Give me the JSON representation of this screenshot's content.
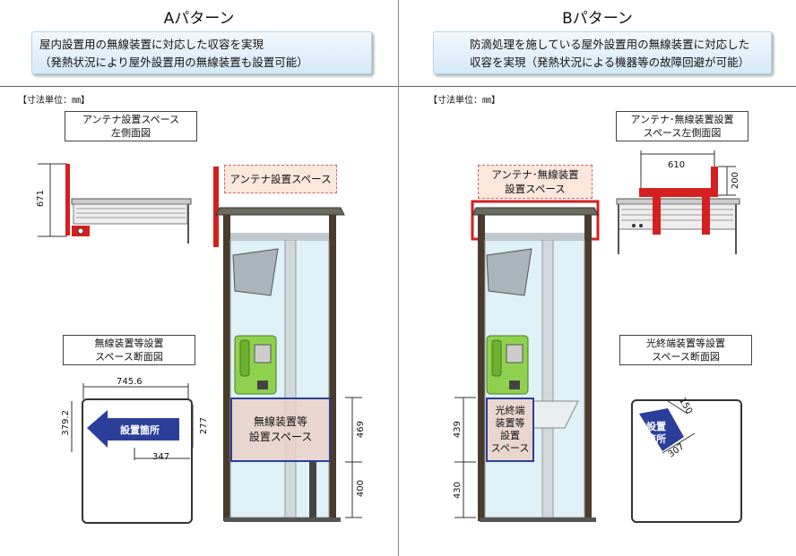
{
  "panel_a": {
    "title": "Aパターン",
    "description_line1": "屋内設置用の無線装置に対応した収容を実現",
    "description_line2": "（発熱状況により屋外設置用の無線装置も設置可能）",
    "unit_label": "【寸法単位：㎜】",
    "antenna_view_label_line1": "アンテナ設置スペース",
    "antenna_view_label_line2": "左側面図",
    "antenna_space_label": "アンテナ設置スペース",
    "radio_section_label_line1": "無線装置等設置",
    "radio_section_label_line2": "スペース断面図",
    "install_location_label": "設置箇所",
    "radio_space_label_line1": "無線装置等",
    "radio_space_label_line2": "設置スペース",
    "dim_antenna_height": "671",
    "dim_width": "745.6",
    "dim_depth": "379.2",
    "dim_277": "277",
    "dim_347": "347",
    "dim_469": "469",
    "dim_400": "400"
  },
  "panel_b": {
    "title": "Bパターン",
    "description_line1": "防滴処理を施している屋外設置用の無線装置に対応した",
    "description_line2": "収容を実現（発熱状況による機器等の故障回避が可能）",
    "unit_label": "【寸法単位：㎜】",
    "antenna_view_label_line1": "アンテナ･無線装置設置",
    "antenna_view_label_line2": "スペース左側面図",
    "antenna_space_label_line1": "アンテナ･無線装置",
    "antenna_space_label_line2": "設置スペース",
    "optical_section_label_line1": "光終端装置等設置",
    "optical_section_label_line2": "スペース断面図",
    "install_location_label_line1": "設置",
    "install_location_label_line2": "箇所",
    "optical_space_label_line1": "光終端",
    "optical_space_label_line2": "装置等",
    "optical_space_label_line3": "設置",
    "optical_space_label_line4": "スペース",
    "dim_610": "610",
    "dim_200": "200",
    "dim_439": "439",
    "dim_430": "430",
    "dim_307": "307",
    "dim_150": "150"
  },
  "colors": {
    "frame": "#4a3c2c",
    "red": "#d42020",
    "blue": "#2b3f9a",
    "phone_green": "#8fd14f",
    "glass": "#dff0f7"
  }
}
